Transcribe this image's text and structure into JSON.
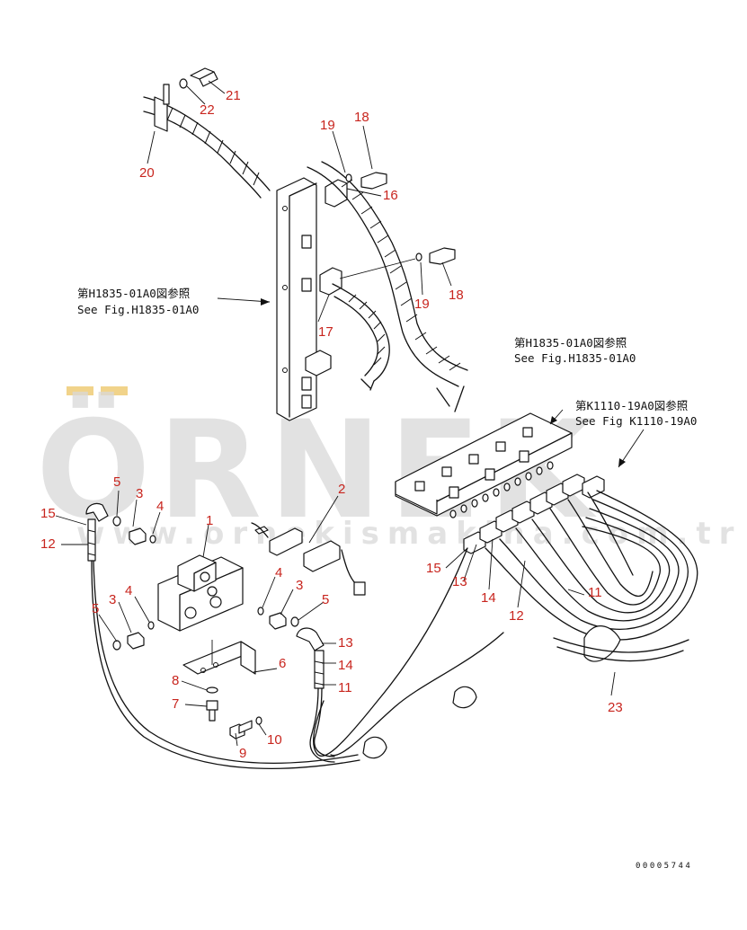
{
  "watermark": {
    "brand": "ÖRNEK",
    "url": "www.ornekismakina.com.tr",
    "accent_color": "#f1d38a"
  },
  "references": [
    {
      "jp": "第H1835-01A0図参照",
      "en": "See Fig.H1835-01A0"
    },
    {
      "jp": "第H1835-01A0図参照",
      "en": "See Fig.H1835-01A0"
    },
    {
      "jp": "第K1110-19A0図参照",
      "en": "See Fig K1110-19A0"
    }
  ],
  "callouts": [
    "1",
    "2",
    "3",
    "3",
    "3",
    "4",
    "4",
    "4",
    "5",
    "5",
    "5",
    "6",
    "7",
    "8",
    "9",
    "10",
    "11",
    "11",
    "12",
    "12",
    "13",
    "13",
    "14",
    "14",
    "15",
    "15",
    "16",
    "17",
    "18",
    "18",
    "19",
    "19",
    "20",
    "21",
    "22",
    "23"
  ],
  "drawing_number": "00005744",
  "colors": {
    "callout": "#c8251e",
    "line": "#111111",
    "watermark": "#d9d9d9"
  }
}
